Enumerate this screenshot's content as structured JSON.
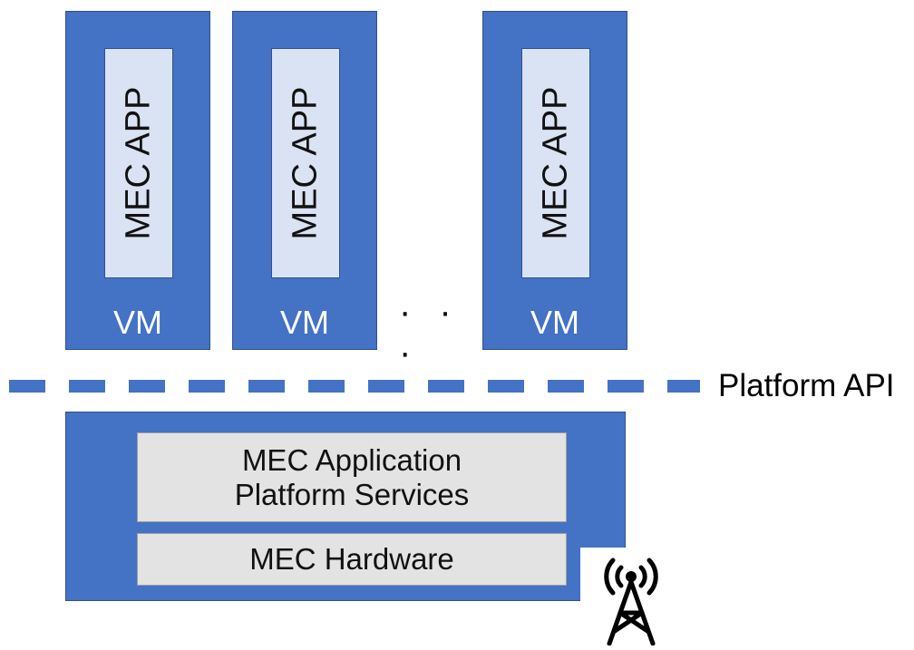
{
  "colors": {
    "vm_fill": "#4472c4",
    "app_fill": "#dae3f3",
    "platform_box_fill": "#e3e3e3",
    "dash_color": "#4472c4"
  },
  "vms": [
    {
      "app_label": "MEC APP",
      "vm_label": "VM"
    },
    {
      "app_label": "MEC APP",
      "vm_label": "VM"
    },
    {
      "app_label": "MEC APP",
      "vm_label": "VM"
    }
  ],
  "ellipsis": "· · ·",
  "platform_api_label": "Platform API",
  "platform": {
    "services_line1": "MEC Application",
    "services_line2": "Platform Services",
    "hardware_label": "MEC Hardware"
  },
  "icons": {
    "antenna": "antenna-tower-icon"
  }
}
